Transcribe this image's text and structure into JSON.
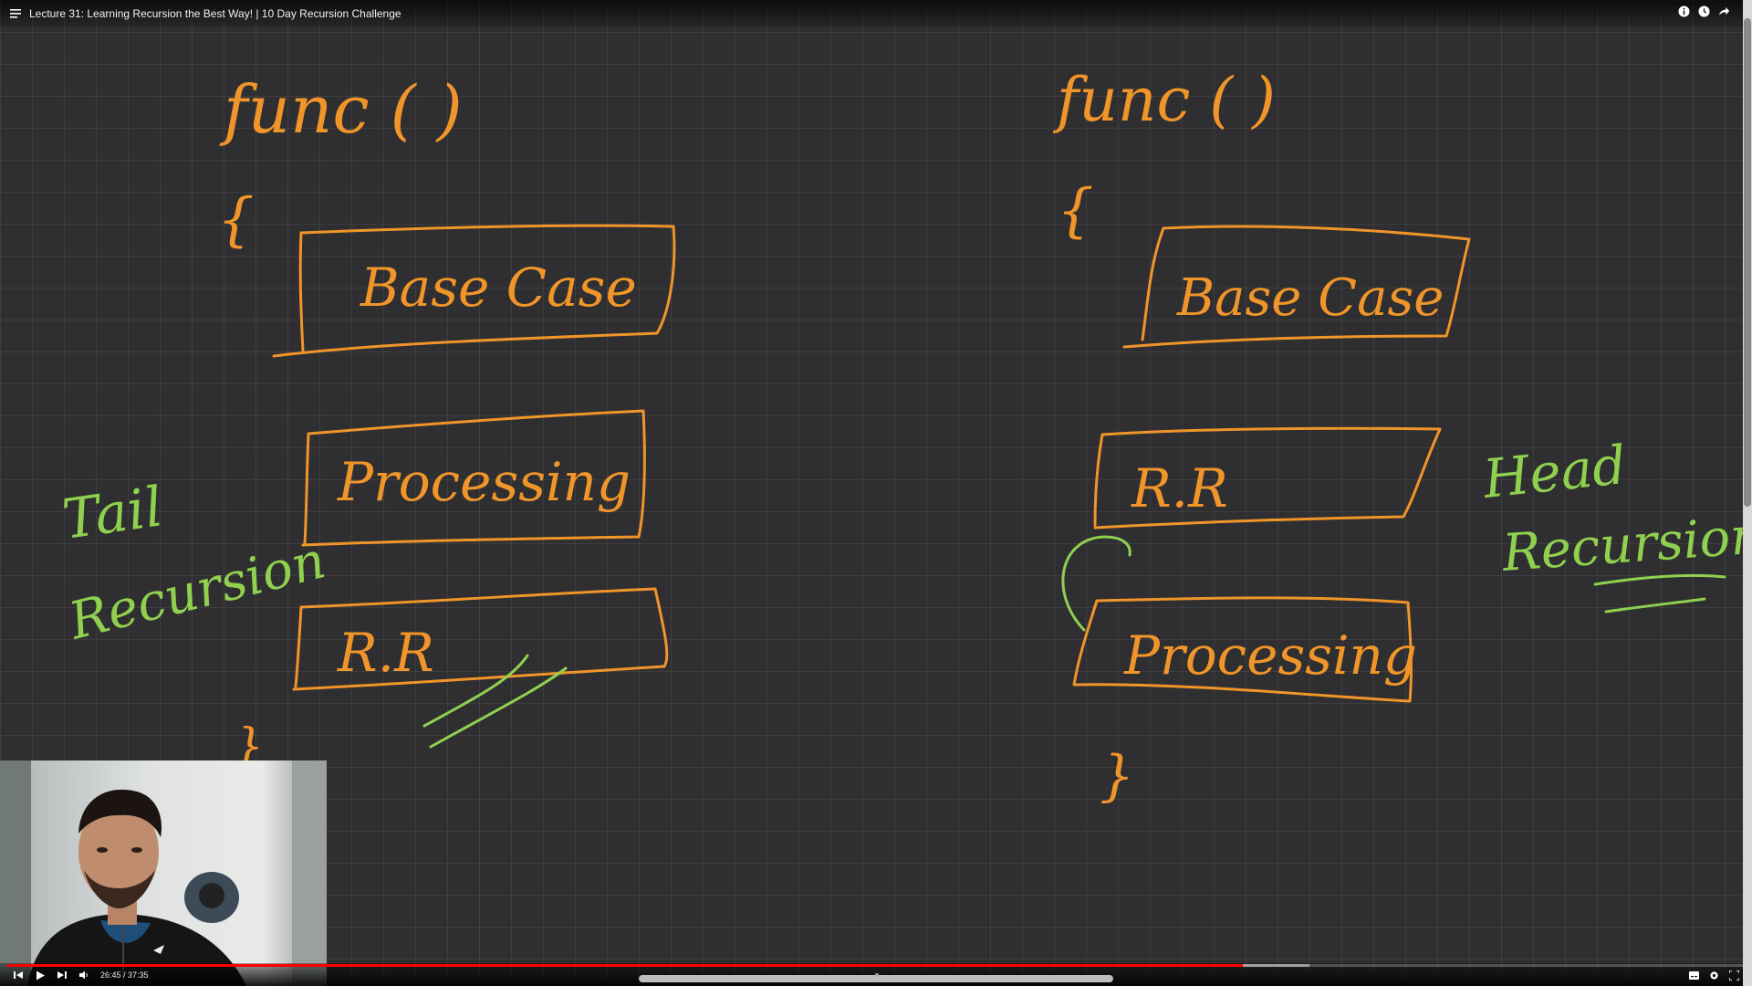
{
  "window": {
    "title": "Lecture 31: Learning Recursion the Best Way! | 10 Day Recursion Challenge"
  },
  "top_icons": [
    "info-icon",
    "clock-icon",
    "share-icon"
  ],
  "board": {
    "left": {
      "signature": "func ( )",
      "open_brace": "{",
      "close_brace": "}",
      "box1": "Base Case",
      "box2": "Processing",
      "box3": "R.R",
      "side_label_1": "Tail",
      "side_label_2": "Recursion"
    },
    "right": {
      "signature": "func ( )",
      "open_brace": "{",
      "close_brace": "}",
      "box1": "Base Case",
      "box2": "R.R",
      "box3": "Processing",
      "side_label_1": "Head",
      "side_label_2": "Recursion"
    },
    "colors": {
      "orange": "#f0952a",
      "green": "#8fd14f",
      "background": "#2f2e30"
    }
  },
  "player": {
    "current_time": "26:45",
    "duration": "37:35",
    "time_text": "26:45 / 37:35",
    "played_fraction": 0.712,
    "buffered_fraction": 0.75
  }
}
